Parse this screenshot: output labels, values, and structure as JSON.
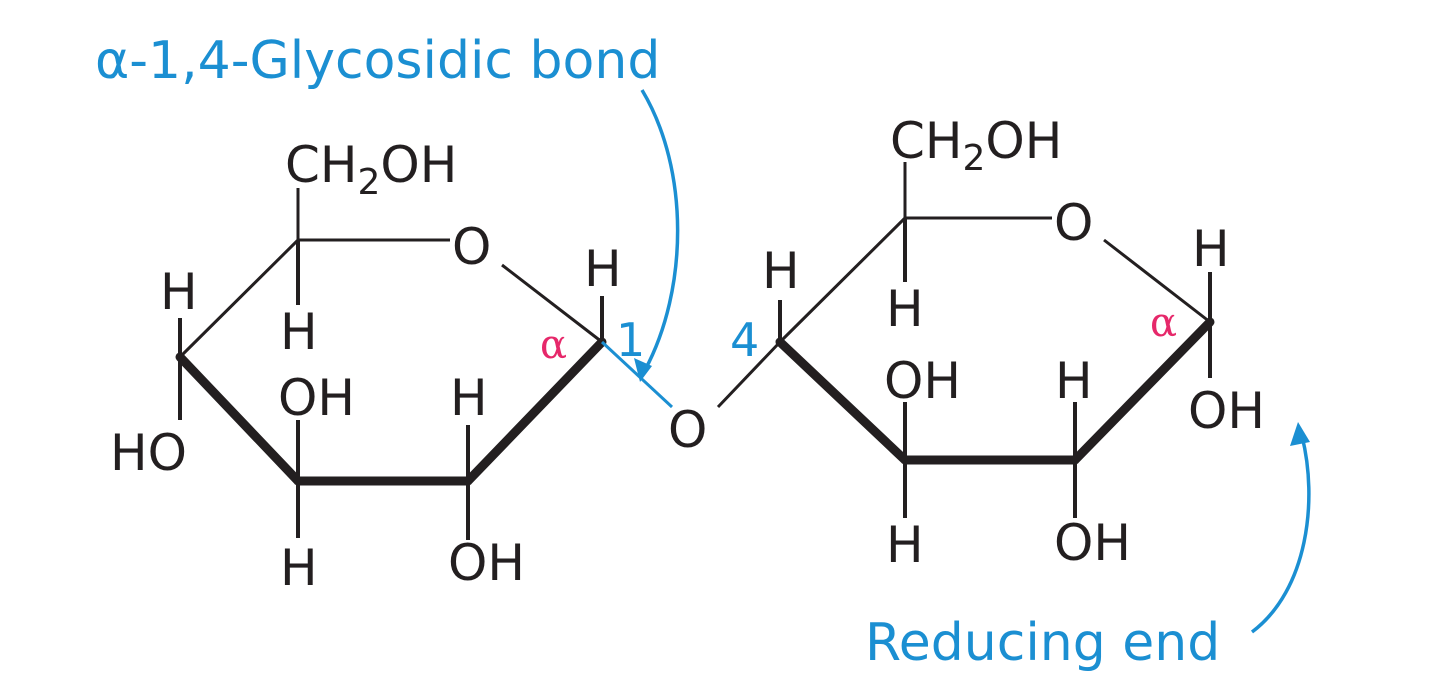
{
  "annotations": {
    "glycosidic_bond": "α-1,4-Glycosidic bond",
    "reducing_end": "Reducing end",
    "carbon_1": "1",
    "carbon_4": "4",
    "alpha": "α"
  },
  "ring1": {
    "ch2oh_main": "CH",
    "ch2oh_sub": "2",
    "ch2oh_tail": "OH",
    "ring_o": "O",
    "h_c1": "H",
    "h_c4_top": "H",
    "ho_c4": "HO",
    "h_c5_down": "H",
    "oh_c3_up": "OH",
    "h_c2_up": "H",
    "h_c3_down": "H",
    "oh_c2_down": "OH"
  },
  "linker": {
    "o": "O"
  },
  "ring2": {
    "ch2oh_main": "CH",
    "ch2oh_sub": "2",
    "ch2oh_tail": "OH",
    "ring_o": "O",
    "h_c4_top": "H",
    "h_c5_down": "H",
    "h_c1_top": "H",
    "oh_c1": "OH",
    "oh_c3_up": "OH",
    "h_c2_up": "H",
    "h_c3_down": "H",
    "oh_c2_down": "OH"
  },
  "colors": {
    "ink": "#231f20",
    "callout_blue": "#1b8fd2",
    "alpha_pink": "#e6286a"
  }
}
